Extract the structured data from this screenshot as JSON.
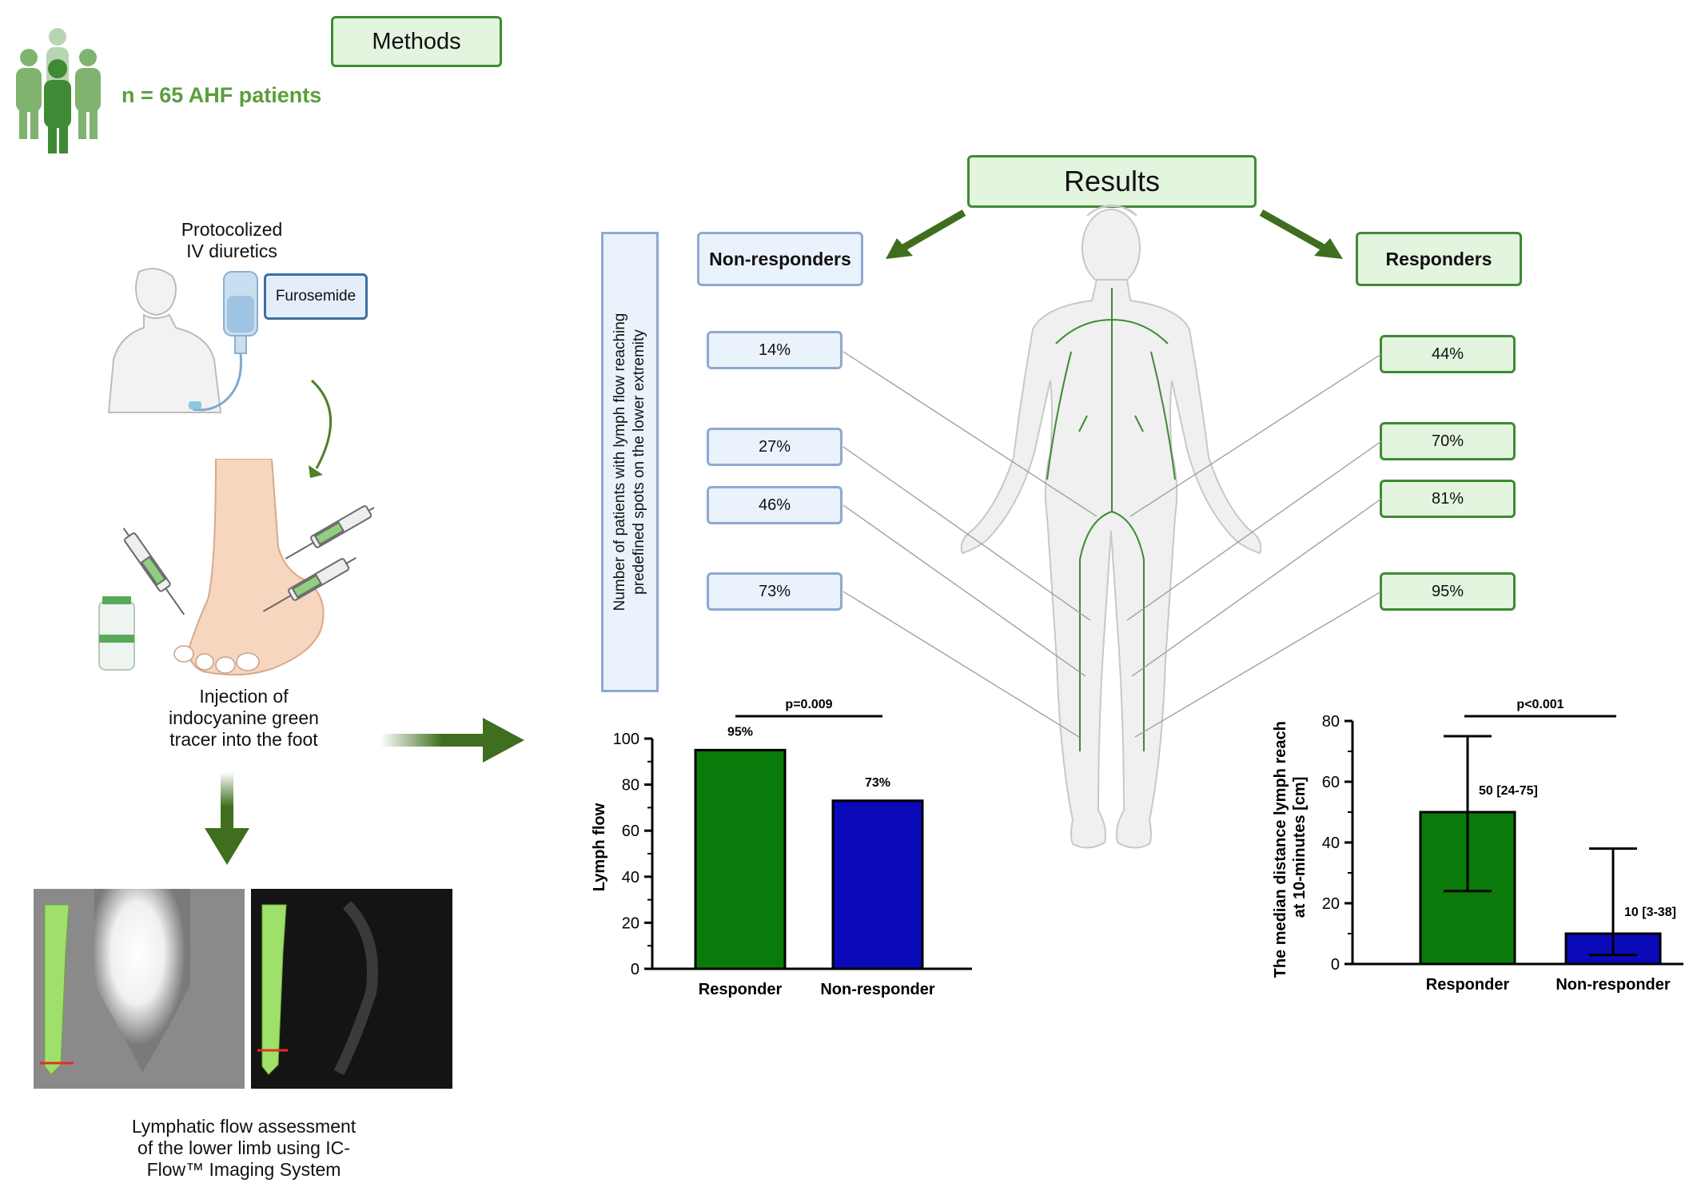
{
  "methods": {
    "title": "Methods",
    "patients_label": "n = 65 AHF patients",
    "step1_line1": "Protocolized",
    "step1_line2": "IV diuretics",
    "drug_label": "Furosemide",
    "step2_line1": "Injection of",
    "step2_line2": "indocyanine green",
    "step2_line3": "tracer into the foot",
    "step3_line1": "Lymphatic flow assessment",
    "step3_line2": "of the lower limb using IC-",
    "step3_line3": "Flow™ Imaging System"
  },
  "results": {
    "title": "Results",
    "vertical_label_line1": "Number of patients with lymph flow reaching",
    "vertical_label_line2": "predefined spots on the lower extremity",
    "non_responders": {
      "label": "Non-responders",
      "values": [
        "14%",
        "27%",
        "46%",
        "73%"
      ]
    },
    "responders": {
      "label": "Responders",
      "values": [
        "44%",
        "70%",
        "81%",
        "95%"
      ]
    }
  },
  "colors": {
    "accent_green": "#3f8a34",
    "box_green_fill": "#e3f4df",
    "box_blue_fill": "#eaf2fb",
    "responder_bar": "#0a7a0a",
    "nonresponder_bar": "#0a0ab8"
  },
  "chart_data": [
    {
      "type": "bar",
      "categories": [
        "Responder",
        "Non-responder"
      ],
      "values": [
        95,
        73
      ],
      "data_labels": [
        "95%",
        "73%"
      ],
      "ylabel": "Lymph flow",
      "ylim": [
        0,
        100
      ],
      "yticks": [
        0,
        20,
        40,
        60,
        80,
        100
      ],
      "significance": "p=0.009"
    },
    {
      "type": "bar",
      "categories": [
        "Responder",
        "Non-responder"
      ],
      "values": [
        50,
        10
      ],
      "error_low": [
        24,
        3
      ],
      "error_high": [
        75,
        38
      ],
      "data_labels": [
        "50 [24-75]",
        "10 [3-38]"
      ],
      "ylabel_line1": "The median distance lymph reach",
      "ylabel_line2": "at 10-minutes [cm]",
      "ylim": [
        0,
        80
      ],
      "yticks": [
        0,
        20,
        40,
        60,
        80
      ],
      "significance": "p<0.001"
    }
  ]
}
